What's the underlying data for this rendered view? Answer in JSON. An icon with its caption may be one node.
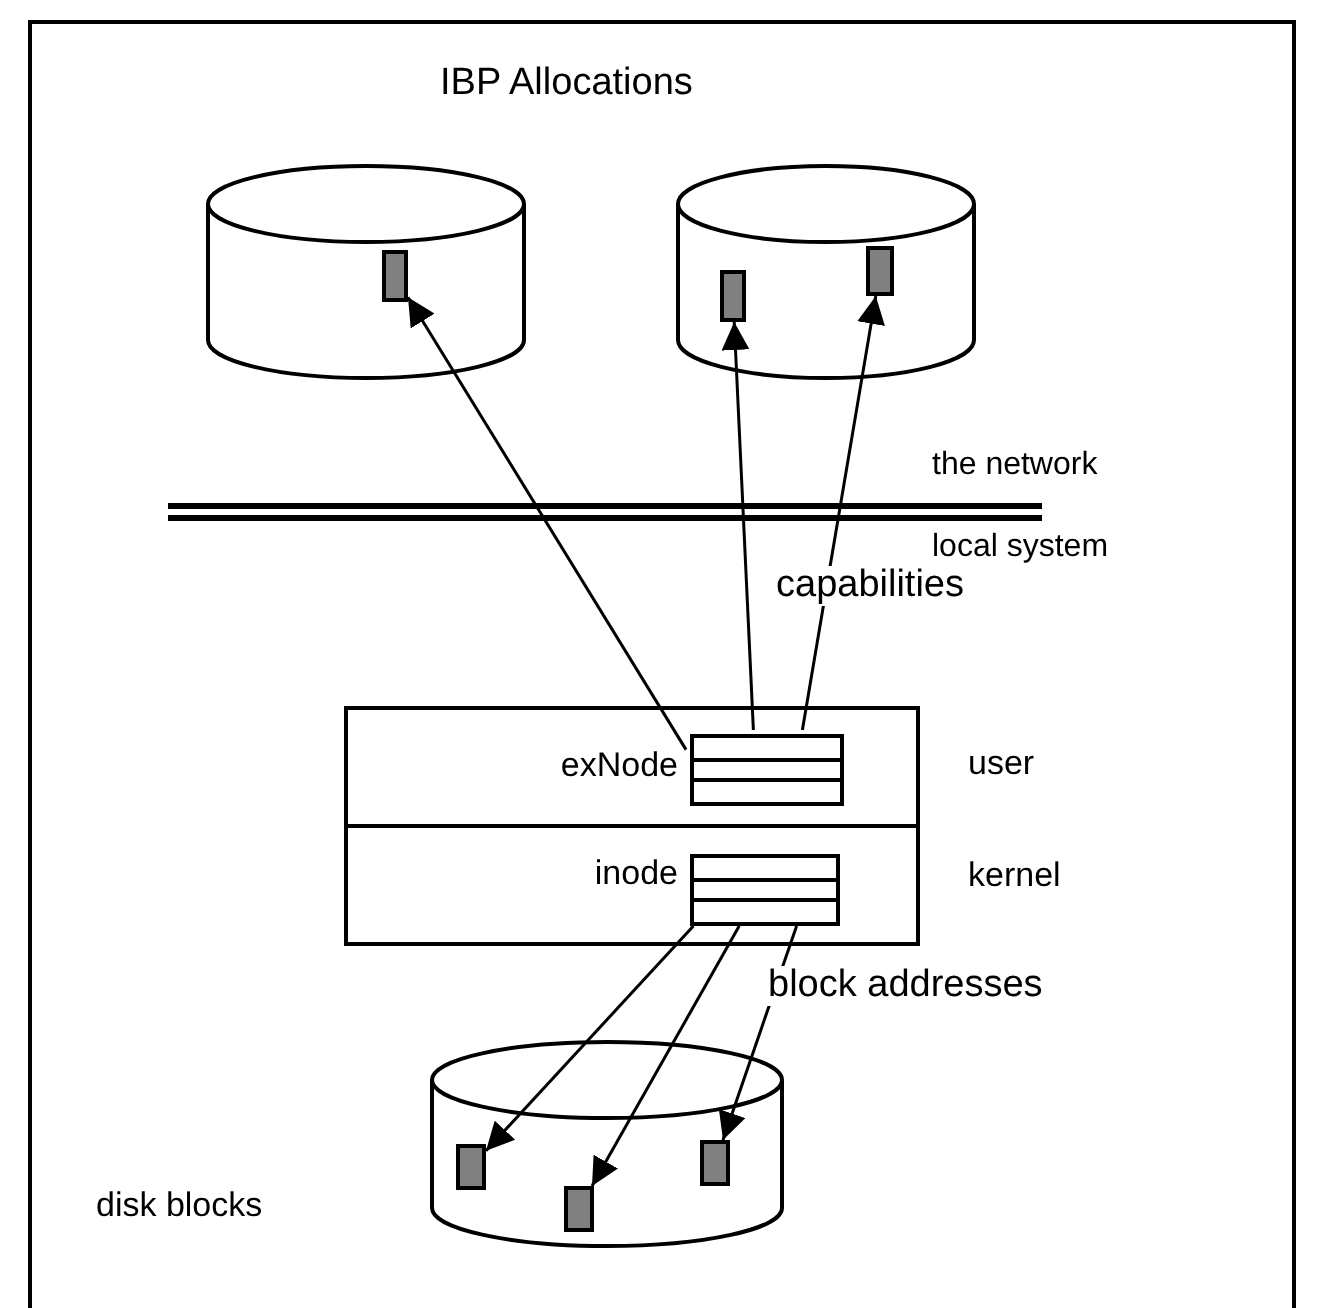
{
  "diagram": {
    "nodes": [
      {
        "text": [],
        "shape": "cylinder"
      },
      {
        "text": [],
        "shape": "box",
        "in": 0
      },
      {
        "text": [],
        "shape": "cylinder"
      },
      {
        "text": [],
        "shape": "box",
        "in": 2
      },
      {
        "text": [],
        "shape": "box",
        "in": 2
      },
      {
        "text": [
          "exNode"
        ],
        "beside": [
          "user"
        ]
      },
      {
        "text": [],
        "shape": "box",
        "in": 5
      },
      {
        "text": [
          "inode"
        ],
        "beside": [
          "kernel"
        ]
      },
      {
        "text": [],
        "shape": "box",
        "in": 7
      },
      {
        "text": [],
        "shape": "cylinder"
      },
      {
        "text": [],
        "shape": "box",
        "in": 9
      },
      {
        "text": [],
        "shape": "box",
        "in": 9
      },
      {
        "text": [],
        "shape": "box",
        "in": 9
      }
    ],
    "edges": [
      {
        "from": 6,
        "to": 1,
        "arrow": "to"
      },
      {
        "from": 6,
        "to": 3,
        "arrow": "to"
      },
      {
        "from": 6,
        "to": 4,
        "arrow": "to"
      },
      {
        "from": 8,
        "to": 10,
        "arrow": "to"
      },
      {
        "from": 8,
        "to": 11,
        "arrow": "to"
      },
      {
        "from": 8,
        "to": 12,
        "arrow": "to"
      }
    ],
    "labels": [
      "IBP Allocations",
      "the network",
      "local system",
      "capabilities",
      "block addresses",
      "disk blocks"
    ]
  }
}
